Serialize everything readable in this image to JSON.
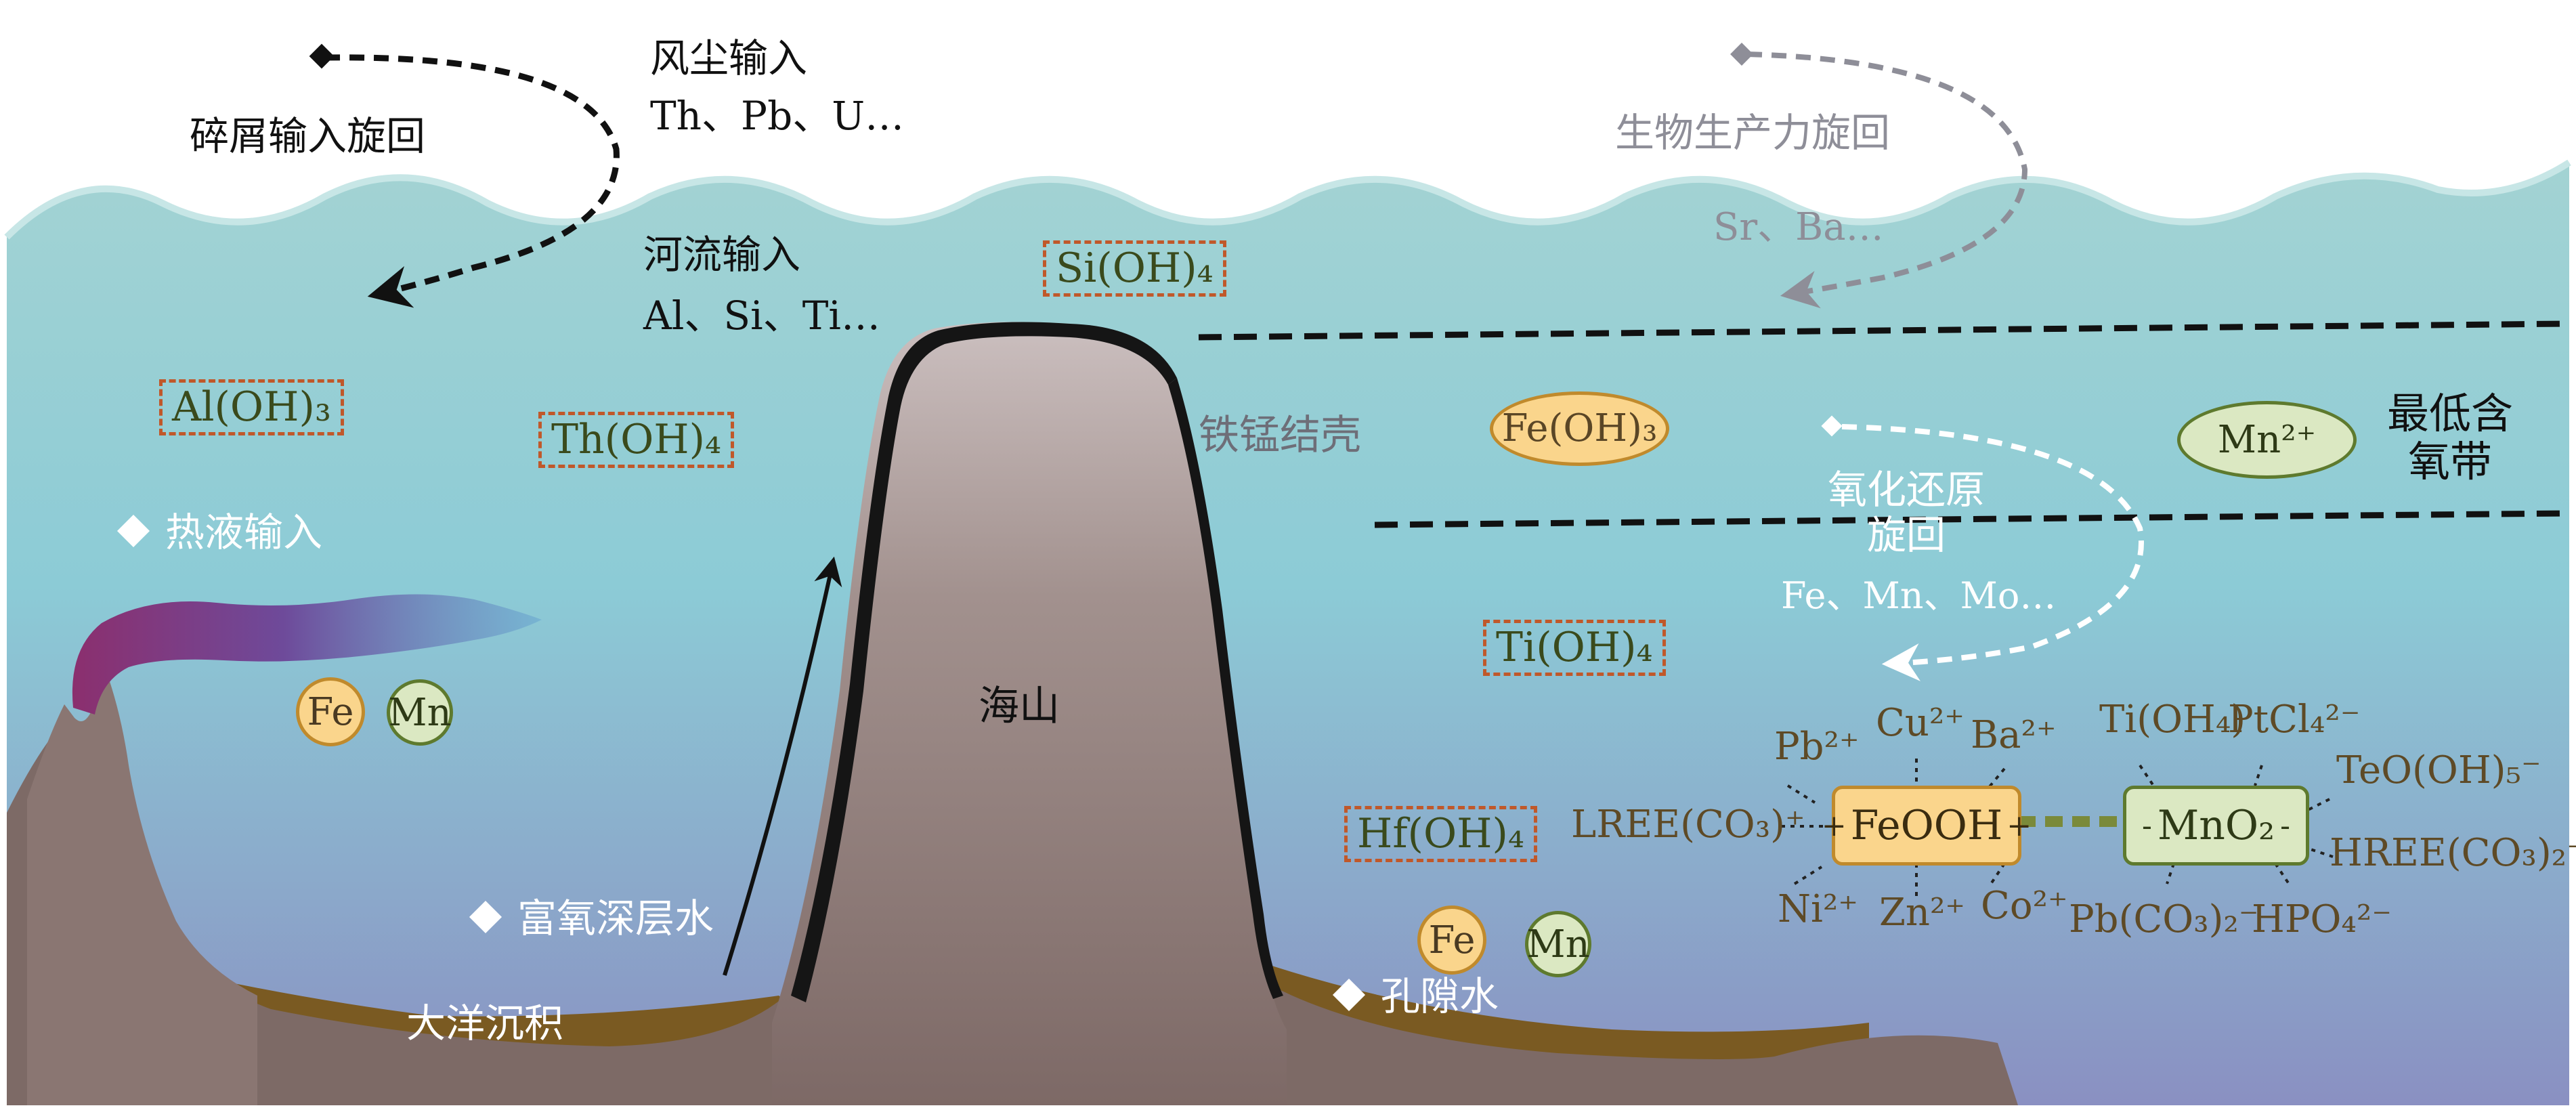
{
  "labels": {
    "dust_input": "风尘输入",
    "dust_elements": "Th、Pb、U…",
    "detrital_cycle": "碎屑输入旋回",
    "river_input": "河流输入",
    "river_elements": "Al、Si、Ti…",
    "bio_cycle": "生物生产力旋回",
    "bio_elements": "Sr、Ba…",
    "omz": "最低含\n氧带",
    "redox_cycle": "氧化还原\n旋回",
    "redox_elements": "Fe、Mn、Mo…",
    "hydrothermal": "热液输入",
    "seamount": "海山",
    "crust": "铁锰结壳",
    "deep_water": "富氧深层水",
    "sediment": "大洋沉积",
    "pore_water": "孔隙水"
  },
  "boxes": {
    "aloh3": "Al(OH)₃",
    "thoh4": "Th(OH)₄",
    "sioh4": "Si(OH)₄",
    "tioh4": "Ti(OH)₄",
    "hfoh4": "Hf(OH)₄"
  },
  "species": {
    "feoh3": "Fe(OH)₃",
    "mn2": "Mn²⁺",
    "fe": "Fe",
    "mn": "Mn"
  },
  "particles": {
    "feooh": "FeOOH",
    "mno2": "MnO₂",
    "cations": [
      "Pb²⁺",
      "Cu²⁺",
      "Ba²⁺",
      "Ni²⁺",
      "Zn²⁺",
      "Co²⁺"
    ],
    "anions": [
      "Ti(OH₄)",
      "PtCl₄²⁻",
      "TeO(OH)₅⁻",
      "LREE(CO₃)⁺",
      "HREE(CO₃)₂⁻",
      "Pb(CO₃)₂⁻",
      "HPO₄²⁻"
    ]
  },
  "colors": {
    "sea_top": "#9bcfcf",
    "sea_bottom": "#8a93c4",
    "seamount": "#8a7672",
    "sediment": "#7a5a22",
    "fe_fill": "#fad58c",
    "mn_fill": "#dbe8c2",
    "box_border": "#c0582a"
  }
}
